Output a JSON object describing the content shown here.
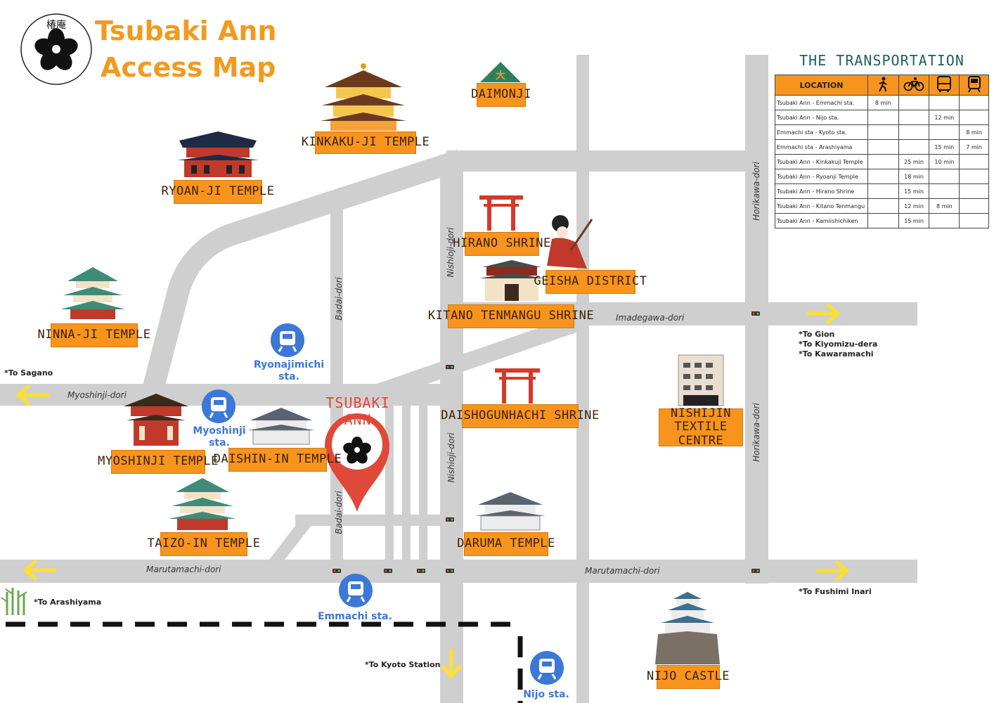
{
  "title": {
    "line1": "Tsubaki Ann",
    "line2": "Access Map"
  },
  "pin_label": "TSUBAKI ANN",
  "places": {
    "kinkakuji": "KINKAKU-JI TEMPLE",
    "daimonji": "DAIMONJI",
    "ryoanji": "RYOAN-JI TEMPLE",
    "hirano": "HIRANO SHRINE",
    "geisha": "GEISHA DISTRICT",
    "kitano": "KITANO TENMANGU SHRINE",
    "ninnaji": "NINNA-JI TEMPLE",
    "daishogun": "DAISHOGUNHACHI SHRINE",
    "nishijin": "NISHIJIN TEXTILE CENTRE",
    "myoshinji": "MYOSHINJI TEMPLE",
    "daishin": "DAISHIN-IN TEMPLE",
    "taizo": "TAIZO-IN TEMPLE",
    "daruma": "DARUMA TEMPLE",
    "nijo": "NIJO CASTLE"
  },
  "roads": {
    "badai_upper": "Badai-dori",
    "badai_lower": "Badai-dori",
    "nishioji_upper": "Nishioji-dori",
    "nishioji_lower": "Nishioji-dori",
    "horikawa_upper": "Horikawa-dori",
    "horikawa_lower": "Horikawa-dori",
    "imadegawa": "Imadegawa-dori",
    "myoshinji": "Myoshinji-dori",
    "marutamachi_left": "Marutamachi-dori",
    "marutamachi_right": "Marutamachi-dori"
  },
  "stations": {
    "ryonajimichi": [
      "Ryonajimichi",
      "sta."
    ],
    "myoshinji": [
      "Myoshinji",
      "sta."
    ],
    "emmachi": "Emmachi sta.",
    "nijo": "Nijo sta."
  },
  "directions": {
    "sagano": "*To Sagano",
    "gion": "*To Gion",
    "kiyomizu": "*To Kiyomizu-dera",
    "kawaramachi": "*To Kawaramachi",
    "arashiyama": "*To Arashiyama",
    "fushimi": "*To Fushimi Inari",
    "kyoto_station": "*To Kyoto Station"
  },
  "transportation": {
    "title": "THE TRANSPORTATION",
    "header": "LOCATION",
    "mode_icons": [
      "walk-icon",
      "bicycle-icon",
      "bus-icon",
      "train-icon"
    ],
    "rows": [
      {
        "location": "Tsubaki Ann - Emmachi sta.",
        "walk": "8 min",
        "bike": "",
        "bus": "",
        "train": ""
      },
      {
        "location": "Tsubaki Ann - Nijo sta.",
        "walk": "",
        "bike": "",
        "bus": "12 min",
        "train": ""
      },
      {
        "location": "Emmachi sta - Kyoto sta.",
        "walk": "",
        "bike": "",
        "bus": "",
        "train": "8 min"
      },
      {
        "location": "Emmachi sta - Arashiyama",
        "walk": "",
        "bike": "",
        "bus": "15 min",
        "train": "7 min"
      },
      {
        "location": "Tsubaki Ann - Kinkakuji Temple",
        "walk": "",
        "bike": "25 min",
        "bus": "10 min",
        "train": ""
      },
      {
        "location": "Tsubaki Ann - Ryoanji Temple",
        "walk": "",
        "bike": "18 min",
        "bus": "",
        "train": ""
      },
      {
        "location": "Tsubaki Ann - Hirano Shrine",
        "walk": "",
        "bike": "15 min",
        "bus": "",
        "train": ""
      },
      {
        "location": "Tsubaki Ann - Kitano Tenmangu",
        "walk": "",
        "bike": "12 min",
        "bus": "8 min",
        "train": ""
      },
      {
        "location": "Tsubaki Ann - Kamiishichiken",
        "walk": "",
        "bike": "15 min",
        "bus": "",
        "train": ""
      }
    ]
  },
  "colors": {
    "road": "#cfcfcf",
    "label": "#f7941d",
    "title": "#f29a1e",
    "station": "#3c78d8",
    "pin": "#e0483a",
    "arrow": "#fde02c"
  }
}
